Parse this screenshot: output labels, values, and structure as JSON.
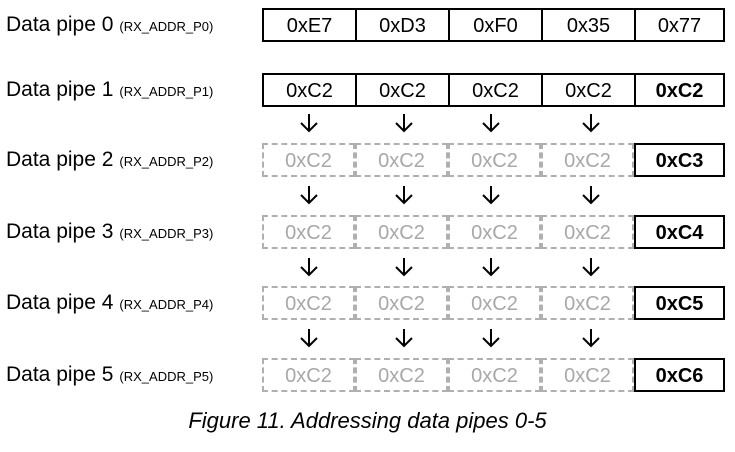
{
  "pipes": [
    {
      "name": "Data pipe 0",
      "register": "(RX_ADDR_P0)",
      "bytes": [
        "0xE7",
        "0xD3",
        "0xF0",
        "0x35",
        "0x77"
      ]
    },
    {
      "name": "Data pipe 1",
      "register": "(RX_ADDR_P1)",
      "bytes": [
        "0xC2",
        "0xC2",
        "0xC2",
        "0xC2"
      ],
      "lsb": "0xC2"
    },
    {
      "name": "Data pipe 2",
      "register": "(RX_ADDR_P2)",
      "bytes": [
        "0xC2",
        "0xC2",
        "0xC2",
        "0xC2"
      ],
      "lsb": "0xC3"
    },
    {
      "name": "Data pipe 3",
      "register": "(RX_ADDR_P3)",
      "bytes": [
        "0xC2",
        "0xC2",
        "0xC2",
        "0xC2"
      ],
      "lsb": "0xC4"
    },
    {
      "name": "Data pipe 4",
      "register": "(RX_ADDR_P4)",
      "bytes": [
        "0xC2",
        "0xC2",
        "0xC2",
        "0xC2"
      ],
      "lsb": "0xC5"
    },
    {
      "name": "Data pipe 5",
      "register": "(RX_ADDR_P5)",
      "bytes": [
        "0xC2",
        "0xC2",
        "0xC2",
        "0xC2"
      ],
      "lsb": "0xC6"
    }
  ],
  "caption": "Figure 11. Addressing data pipes 0-5",
  "colors": {
    "solid_border": "#000000",
    "dashed_border": "#b0b0b0",
    "dashed_text": "#a8a8a8"
  }
}
